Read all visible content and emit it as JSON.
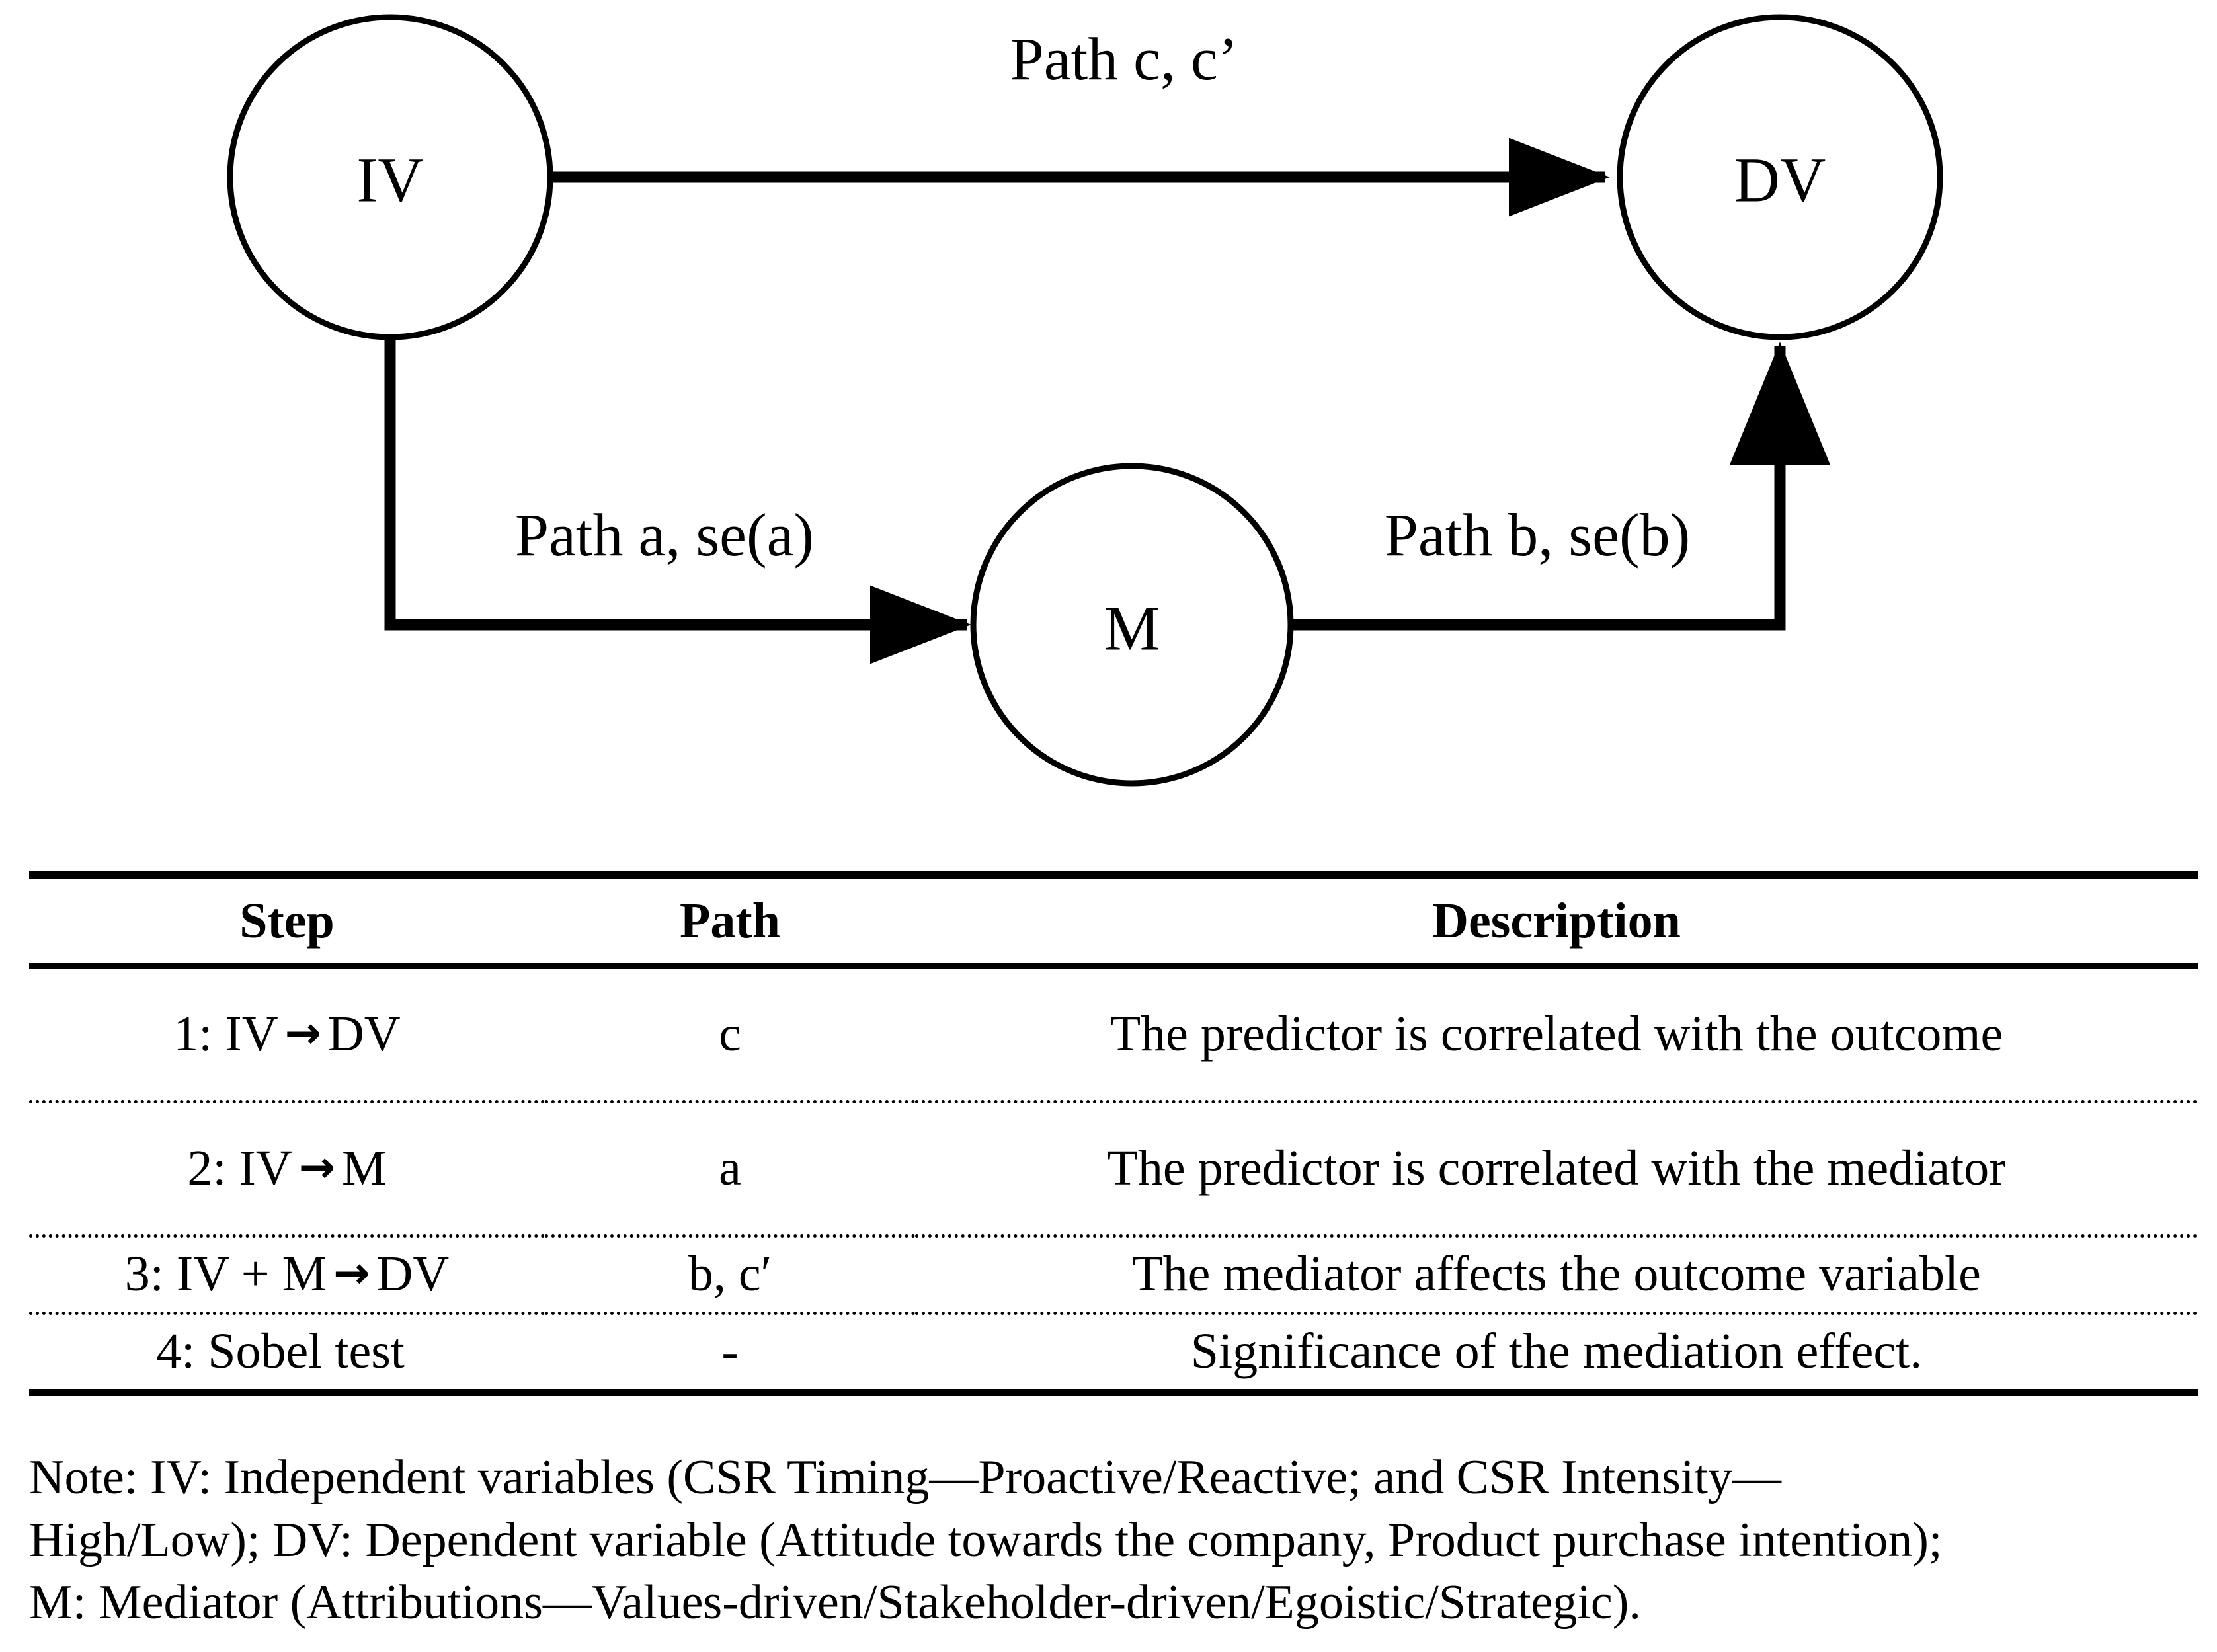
{
  "diagram": {
    "nodes": [
      {
        "id": "iv",
        "label": "IV"
      },
      {
        "id": "dv",
        "label": "DV"
      },
      {
        "id": "m",
        "label": "M"
      }
    ],
    "edge_labels": {
      "c": "Path c, c’",
      "a": "Path a, se(a)",
      "b": "Path b, se(b)"
    }
  },
  "table": {
    "headers": [
      "Step",
      "Path",
      "Description"
    ],
    "rows": [
      {
        "step_prefix": "1: IV",
        "arrow": "→",
        "step_suffix": "DV",
        "path": "c",
        "description": "The predictor is correlated with the outcome"
      },
      {
        "step_prefix": "2: IV",
        "arrow": "→",
        "step_suffix": "M",
        "path": "a",
        "description": "The predictor is correlated with the mediator"
      },
      {
        "step_prefix": "3: IV + M",
        "arrow": "→",
        "step_suffix": "DV",
        "path": "b, c′",
        "description": "The mediator affects the outcome variable"
      },
      {
        "step_prefix": "4: Sobel test",
        "arrow": "",
        "step_suffix": "",
        "path": "-",
        "description": "Significance of the mediation effect."
      }
    ]
  },
  "note": {
    "lines": [
      "Note: IV: Independent variables (CSR Timing—Proactive/Reactive; and CSR Intensity—",
      "High/Low); DV: Dependent variable (Attitude towards the company, Product purchase intention);",
      "M: Mediator (Attributions—Values-driven/Stakeholder-driven/Egoistic/Strategic)."
    ]
  },
  "colors": {
    "ink": "#000000",
    "page": "#ffffff"
  }
}
